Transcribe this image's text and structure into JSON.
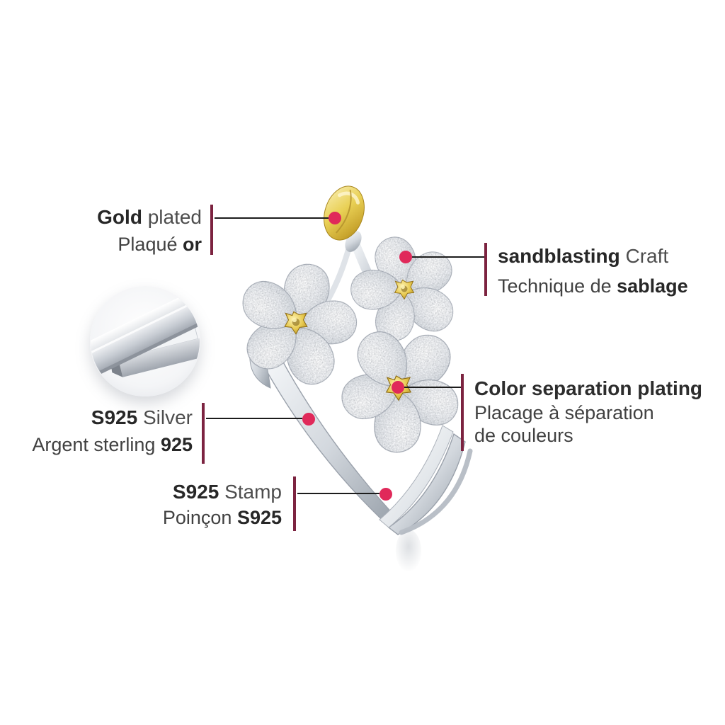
{
  "colors": {
    "background": "#ffffff",
    "accent_bar": "#7c2340",
    "callout_dot": "#e0295a",
    "callout_line": "#1c1c1c",
    "text_bold": "#272727",
    "text_regular": "#4d4d4d",
    "gold": "#d9b93f",
    "silver": "#ced3d9"
  },
  "callouts": {
    "gold_plated": {
      "en_bold": "Gold",
      "en_regular": " plated",
      "fr_regular": "Plaqué ",
      "fr_bold": "or"
    },
    "sandblasting": {
      "en_bold": "sandblasting",
      "en_regular": " Craft",
      "fr_regular": "Technique de ",
      "fr_bold": "sablage"
    },
    "color_separation": {
      "en": "Color separation plating",
      "fr_line1": "Placage à séparation",
      "fr_line2": "de couleurs"
    },
    "silver": {
      "en_bold": "S925",
      "en_regular": " Silver",
      "fr_regular": "Argent sterling ",
      "fr_bold": "925"
    },
    "stamp": {
      "en_bold": "S925",
      "en_regular": " Stamp",
      "fr_regular": "Poinçon ",
      "fr_bold": "S925"
    }
  },
  "icons": {
    "product": "silver-flower-ring-with-gold-bud",
    "inset": "silver-ingots"
  }
}
